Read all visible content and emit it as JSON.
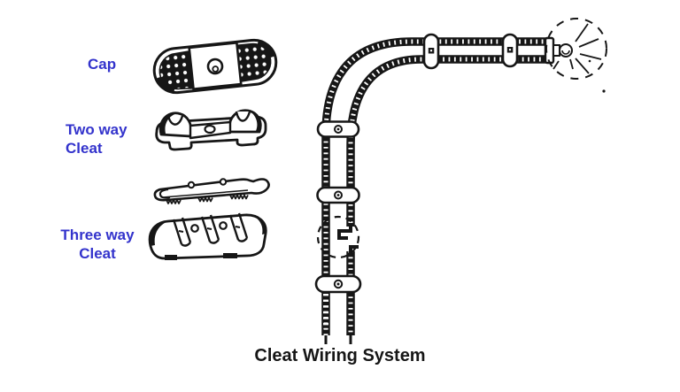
{
  "colors": {
    "background": "#ffffff",
    "label_blue": "#3333cc",
    "ink": "#161616"
  },
  "legend": {
    "cap": "Cap",
    "two_way": {
      "line1": "Two way",
      "line2": "Cleat"
    },
    "three_way": {
      "line1": "Three way",
      "line2": "Cleat"
    }
  },
  "caption": "Cleat Wiring System",
  "illustrations": {
    "cap": "cap-top-view-with-dotted-pads-and-screw",
    "two_way_cleat": "two-way-cleat-with-two-wire-grooves",
    "cleat_base": "cleat-base-with-holes-and-serrated-bottom",
    "three_way_cleat": "three-way-cleat-with-three-grooves",
    "wiring_run": "two-braided-wires-on-cleats-with-joint-and-lamp"
  }
}
